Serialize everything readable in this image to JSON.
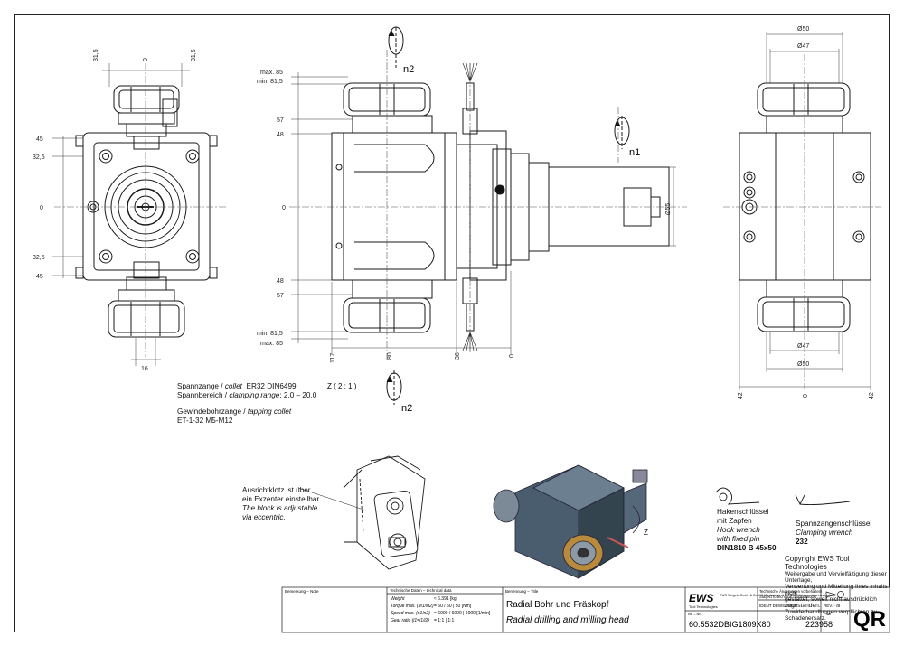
{
  "dimensions": {
    "front": {
      "top_left": "31,5",
      "top_mid": "0",
      "top_right": "31,5",
      "left": [
        "45",
        "32,5",
        "0",
        "32,5",
        "45"
      ],
      "bottom": "16"
    },
    "side": {
      "left": [
        "max. 85",
        "min. 81,5",
        "57",
        "48",
        "0",
        "48",
        "57",
        "min. 81,5",
        "max. 85"
      ],
      "bottom": [
        "117",
        "80",
        "36",
        "0"
      ],
      "right": "Ø55"
    },
    "right_view": {
      "top1": "Ø50",
      "top2": "Ø47",
      "bot1": "Ø47",
      "bot2": "Ø50",
      "bottom": [
        "42",
        "0",
        "42"
      ]
    }
  },
  "labels": {
    "n2_top": "n2",
    "n1": "n1",
    "n2_bottom": "n2",
    "scale": "Z ( 2 : 1 )",
    "z": "Z"
  },
  "notes": {
    "collet_1a": "Spannzange / ",
    "collet_1b": "collet",
    "collet_1c": "ER32   DIN6499",
    "collet_2a": "Spannbereich / ",
    "collet_2b": "clamping range",
    "collet_2c": ": 2,0 – 20,0",
    "tap_1a": "Gewindebohrzange / ",
    "tap_1b": "tapping collet",
    "tap_2": "ET-1-32   M5-M12",
    "align_1": "Ausrichtklotz ist über",
    "align_2": "ein Exzenter einstellbar.",
    "align_3": "The block is adjustable",
    "align_4": "via eccentric."
  },
  "wrench": {
    "hook_1": "Hakenschlüssel",
    "hook_2": "mit Zapfen",
    "hook_3": "Hook wrench",
    "hook_4": "with fixed pin",
    "hook_5": "DIN1810 B 45x50",
    "clamp_1": "Spannzangenschlüssel",
    "clamp_2": "Clamping wrench",
    "clamp_3": "232"
  },
  "copyright": {
    "title": "Copyright EWS Tool Technologies",
    "lines": [
      "Weitergabe und Vervielfältigung dieser Unterlage,",
      "Verwertung und Mitteilung ihres Inhalts nicht",
      "gestattet, soweit nicht ausdrücklich zugestanden.",
      "Zuwiderhandlungen verpflichten zu Schadenersatz."
    ]
  },
  "title_block": {
    "remark_label": "Bemerkung – Note",
    "tech_label": "Technische Daten – technical data",
    "weight": "Weight",
    "weight_val": "≈  6.391 [kg]",
    "torque": "Torque max. (M1/M2)",
    "torque_val": "=  50 / 50 | 50 [Nm]",
    "speed": "Speed max. (n1/n2)",
    "speed_val": "=  6000 / 6000 | 6000 [1/min]",
    "ratio": "Gear ratio (i1=i1/i2)",
    "ratio_val": "=  1:1 | 1:1",
    "desc_label": "Benennung – Title",
    "title_de": "Radial Bohr und Fräskopf",
    "title_en": "Radial drilling and milling head",
    "logo": "EWS",
    "logo_sub": "Tool Technologies",
    "address": "EWS Weigele GmbH & Co. KG\nMaybachstr. 1\nD-73066 Uhingen\nwww.ews-tools.de",
    "change_1": "Technische Änderungen vorbehalten!",
    "change_2": "Subject to technical modifications!",
    "ident": "IDENT   DEWS/25812",
    "rev": "REV.  - /B",
    "nr_label": "Nr. – Nr.",
    "part_no": "60.5532DBIG1809X80",
    "pnr_label": "PNR",
    "pnr": "223958",
    "qr": "QR"
  },
  "colors": {
    "line": "#1a1a1a",
    "body": "#3e4f5f",
    "brass": "#b98a3c"
  }
}
